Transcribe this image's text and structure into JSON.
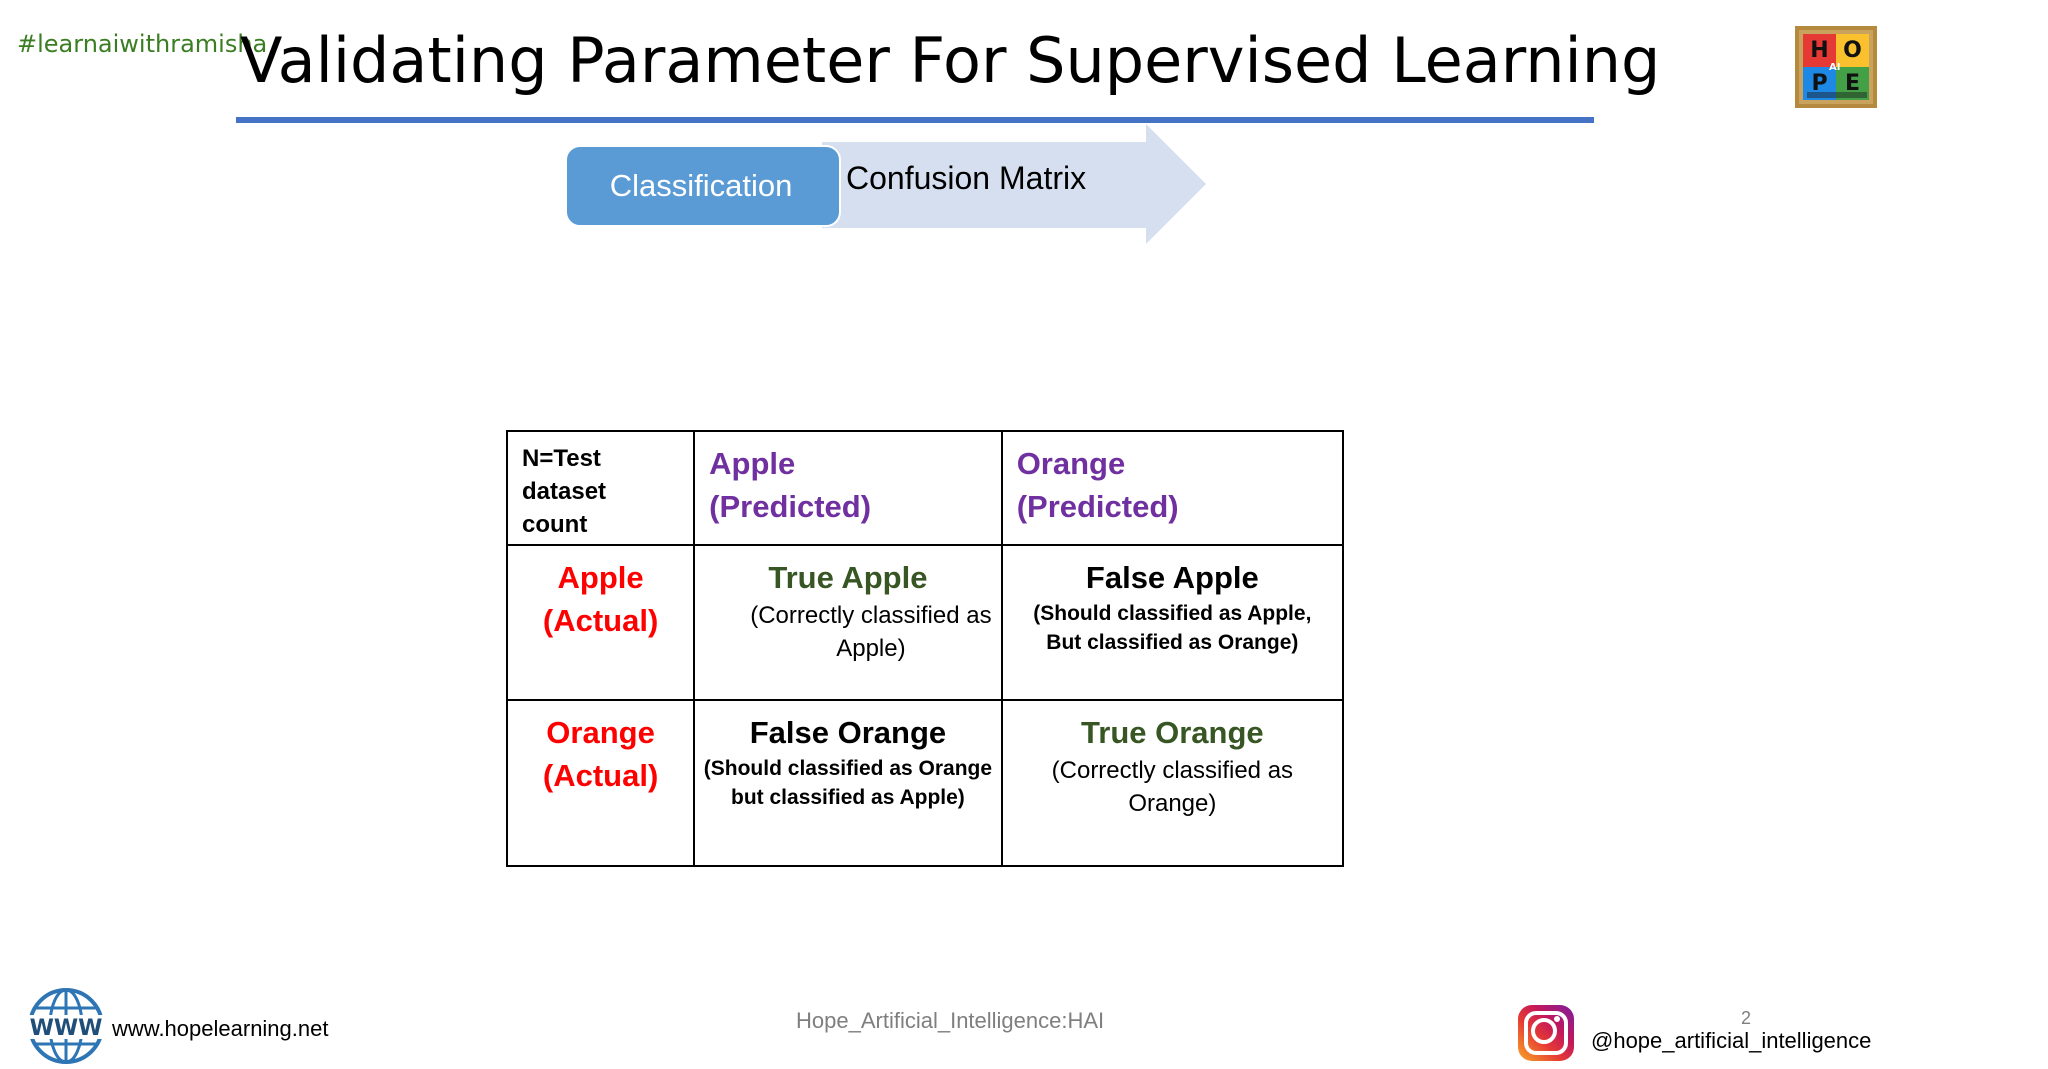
{
  "header": {
    "hashtag": "#learnaiwithramisha",
    "title": "Validating Parameter For Supervised Learning"
  },
  "logo": {
    "letters": [
      "H",
      "O",
      "P",
      "E"
    ],
    "middle": "AI"
  },
  "process": {
    "step1": "Classification",
    "step2": "Confusion Matrix"
  },
  "matrix": {
    "corner": [
      "N=Test",
      "dataset",
      "count"
    ],
    "col_headers": [
      [
        "Apple",
        "(Predicted)"
      ],
      [
        "Orange",
        "(Predicted)"
      ]
    ],
    "rows": [
      {
        "header": [
          "Apple",
          "(Actual)"
        ],
        "cells": [
          {
            "title": "True Apple",
            "desc": [
              "(Correctly classified as",
              "Apple)"
            ]
          },
          {
            "title": "False Apple",
            "desc": [
              "(Should classified as Apple,",
              "But classified as Orange)"
            ]
          }
        ]
      },
      {
        "header": [
          "Orange",
          "(Actual)"
        ],
        "cells": [
          {
            "title": "False Orange",
            "desc": [
              "(Should classified as Orange",
              "but classified as Apple)"
            ]
          },
          {
            "title": "True Orange",
            "desc": [
              "(Correctly classified as",
              "Orange)"
            ]
          }
        ]
      }
    ]
  },
  "footer": {
    "www_icon_text": "WWW",
    "website": "www.hopelearning.net",
    "center": "Hope_Artificial_Intelligence:HAI",
    "instagram": "@hope_artificial_intelligence",
    "slide_number": "2"
  },
  "colors": {
    "accent_blue": "#4472c4",
    "arrow_light": "#d6dff0",
    "button_blue": "#5b9bd5",
    "purple": "#7030a0",
    "red": "#ff0000",
    "dark_green": "#375623",
    "hashtag_green": "#3b7d23"
  }
}
